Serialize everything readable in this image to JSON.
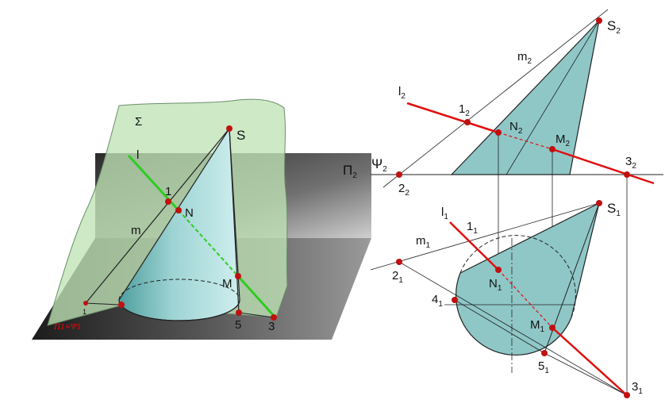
{
  "colors": {
    "cone_fill": "#8fc7c7",
    "plane_green": "#c8e6c0",
    "plane_gray": "#4d4d4d",
    "red_line": "#e01010",
    "green_line": "#2ecc20",
    "point": "#c01010"
  },
  "left_figure": {
    "labels": {
      "sigma": "Σ",
      "p2_letter": "Π",
      "p2_sub": "2",
      "s": "S",
      "l": "l",
      "one": "1",
      "n": "N",
      "m": "m",
      "big_m": "M",
      "five": "5",
      "three": "3",
      "one_small": "1",
      "p1_psi1": "П1≡Ψ1"
    }
  },
  "right_figure": {
    "labels": {
      "s2": "S",
      "s2_sub": "2",
      "m2": "m",
      "m2_sub": "2",
      "l2": "l",
      "l2_sub": "2",
      "one2": "1",
      "one2_sub": "2",
      "n2": "N",
      "n2_sub": "2",
      "mm2": "M",
      "mm2_sub": "2",
      "psi2": "Ψ",
      "psi2_sub": "2",
      "three2": "3",
      "three2_sub": "2",
      "two2": "2",
      "two2_sub": "2",
      "s1": "S",
      "s1_sub": "1",
      "l1": "l",
      "l1_sub": "1",
      "one1": "1",
      "one1_sub": "1",
      "m1": "m",
      "m1_sub": "1",
      "two1": "2",
      "two1_sub": "1",
      "n1": "N",
      "n1_sub": "1",
      "four1": "4",
      "four1_sub": "1",
      "mm1": "M",
      "mm1_sub": "1",
      "five1": "5",
      "five1_sub": "1",
      "three1": "3",
      "three1_sub": "1"
    }
  }
}
